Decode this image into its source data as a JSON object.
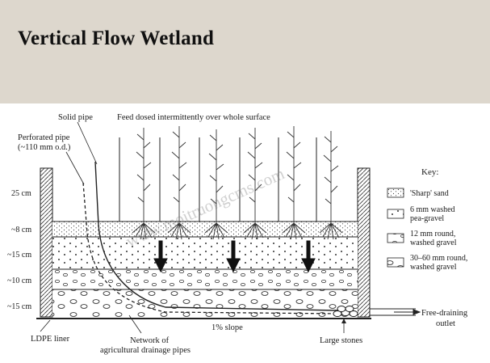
{
  "slide": {
    "title": "Vertical Flow Wetland"
  },
  "diagram": {
    "labels": {
      "solid_pipe": "Solid pipe",
      "feed": "Feed dosed intermittently over whole surface",
      "perforated_pipe_line1": "Perforated pipe",
      "perforated_pipe_line2": "(~110 mm o.d.)",
      "ldpe_liner": "LDPE liner",
      "network_line1": "Network of",
      "network_line2": "agricultural drainage pipes",
      "slope": "1% slope",
      "large_stones": "Large stones",
      "outlet_line1": "Free-draining",
      "outlet_line2": "outlet"
    },
    "depths": [
      "25 cm",
      "~8 cm",
      "~15 cm",
      "~10 cm",
      "~15 cm"
    ],
    "key": {
      "title": "Key:",
      "items": [
        {
          "line1": "'Sharp' sand",
          "line2": ""
        },
        {
          "line1": "6 mm washed",
          "line2": "pea-gravel"
        },
        {
          "line1": "12 mm round,",
          "line2": "washed gravel"
        },
        {
          "line1": "30–60 mm round,",
          "line2": "washed gravel"
        }
      ]
    },
    "watermark": "www.moitruongcms.com"
  }
}
